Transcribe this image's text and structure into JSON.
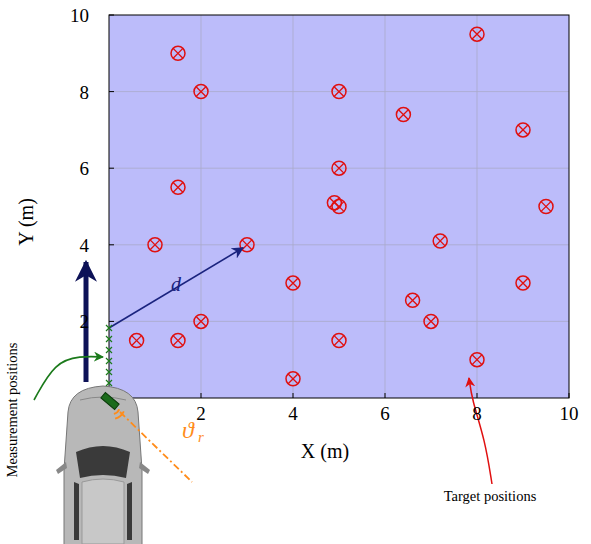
{
  "diagram": {
    "labels": [
      "2",
      "4",
      "6",
      "8",
      "10",
      "X (m)",
      "2",
      "4",
      "6",
      "8",
      "10",
      "Y (m)",
      "d",
      "ϑ",
      "r",
      "Measurement positions",
      "Target positions"
    ]
  }
}
